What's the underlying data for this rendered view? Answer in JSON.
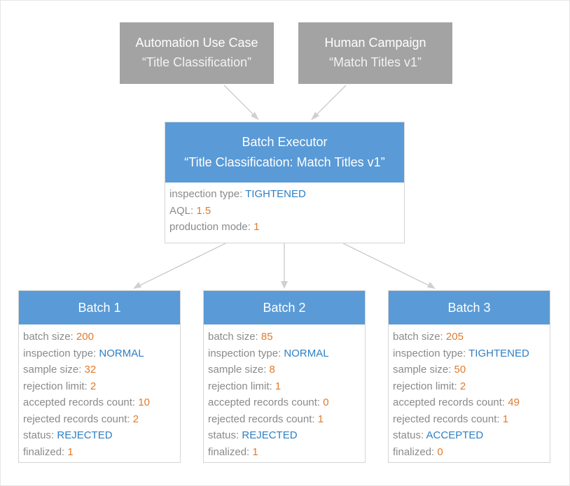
{
  "sources": [
    {
      "title": "Automation Use Case",
      "subtitle": "“Title Classification”"
    },
    {
      "title": "Human Campaign",
      "subtitle": "“Match Titles v1”"
    }
  ],
  "executor": {
    "title": "Batch Executor",
    "subtitle": "“Title Classification: Match Titles v1”",
    "properties": [
      {
        "label": "inspection type:",
        "value": "TIGHTENED",
        "kind": "text"
      },
      {
        "label": "AQL:",
        "value": "1.5",
        "kind": "number"
      },
      {
        "label": "production mode:",
        "value": "1",
        "kind": "number"
      }
    ]
  },
  "batches": [
    {
      "title": "Batch 1",
      "properties": [
        {
          "label": "batch size:",
          "value": "200",
          "kind": "number"
        },
        {
          "label": "inspection type:",
          "value": "NORMAL",
          "kind": "text"
        },
        {
          "label": "sample size:",
          "value": "32",
          "kind": "number"
        },
        {
          "label": "rejection limit:",
          "value": "2",
          "kind": "number"
        },
        {
          "label": "accepted records count:",
          "value": "10",
          "kind": "number"
        },
        {
          "label": "rejected records count:",
          "value": "2",
          "kind": "number"
        },
        {
          "label": "status:",
          "value": "REJECTED",
          "kind": "text"
        },
        {
          "label": "finalized:",
          "value": "1",
          "kind": "number"
        }
      ]
    },
    {
      "title": "Batch 2",
      "properties": [
        {
          "label": "batch size:",
          "value": "85",
          "kind": "number"
        },
        {
          "label": "inspection type:",
          "value": "NORMAL",
          "kind": "text"
        },
        {
          "label": "sample size:",
          "value": "8",
          "kind": "number"
        },
        {
          "label": "rejection limit:",
          "value": "1",
          "kind": "number"
        },
        {
          "label": "accepted records count:",
          "value": "0",
          "kind": "number"
        },
        {
          "label": "rejected records count:",
          "value": "1",
          "kind": "number"
        },
        {
          "label": "status:",
          "value": "REJECTED",
          "kind": "text"
        },
        {
          "label": "finalized:",
          "value": "1",
          "kind": "number"
        }
      ]
    },
    {
      "title": "Batch 3",
      "properties": [
        {
          "label": "batch size:",
          "value": "205",
          "kind": "number"
        },
        {
          "label": "inspection type:",
          "value": "TIGHTENED",
          "kind": "text"
        },
        {
          "label": "sample size:",
          "value": "50",
          "kind": "number"
        },
        {
          "label": "rejection limit:",
          "value": "2",
          "kind": "number"
        },
        {
          "label": "accepted records count:",
          "value": "49",
          "kind": "number"
        },
        {
          "label": "rejected records count:",
          "value": "1",
          "kind": "number"
        },
        {
          "label": "status:",
          "value": "ACCEPTED",
          "kind": "text"
        },
        {
          "label": "finalized:",
          "value": "0",
          "kind": "number"
        }
      ]
    }
  ],
  "colors": {
    "source_box": "#a3a3a3",
    "node_header": "#5a9ad6",
    "text_value": "#2e7fc4",
    "number_value": "#e07a2b",
    "label": "#8a8a8a",
    "edge": "#c3c3c3"
  }
}
